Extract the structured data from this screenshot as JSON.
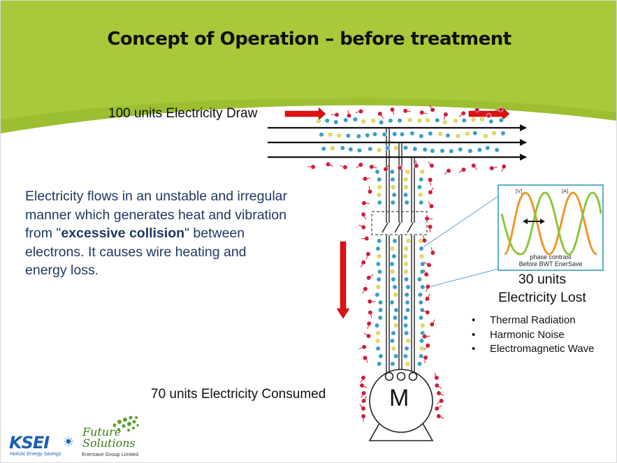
{
  "slide": {
    "title": "Concept of Operation – before treatment"
  },
  "labels": {
    "draw": "100 units Electricity Draw",
    "consumed": "70 units Electricity Consumed",
    "lost_line1": "30 units",
    "lost_line2": "Electricity Lost",
    "motor": "M"
  },
  "description": {
    "part1": "Electricity flows in an unstable and irregular manner which generates heat and vibration from \"",
    "bold": "excessive collision",
    "part2": "\" between electrons. It causes wire heating and energy loss."
  },
  "losses": [
    "Thermal Radiation",
    "Harmonic Noise",
    "Electromagnetic Wave"
  ],
  "wave_inset": {
    "label_v": "[V]",
    "label_a": "[A]",
    "caption1": "phase contrast",
    "caption2": "Before BWT EnerSave"
  },
  "logos": {
    "kse": "KSEI",
    "kse_tagline": "Holistic Energy Savings",
    "future1": "Future",
    "future2": "Solutions",
    "future_sub": "Enersave Group Limited"
  },
  "colors": {
    "header_green": "#a8c93a",
    "arrow_red": "#dd1111",
    "electron_blue": "#3a9fc4",
    "electron_yellow": "#e7e25a",
    "electron_red": "#cc1e44",
    "wave_orange": "#f0962c",
    "wave_green": "#8cc63e"
  }
}
